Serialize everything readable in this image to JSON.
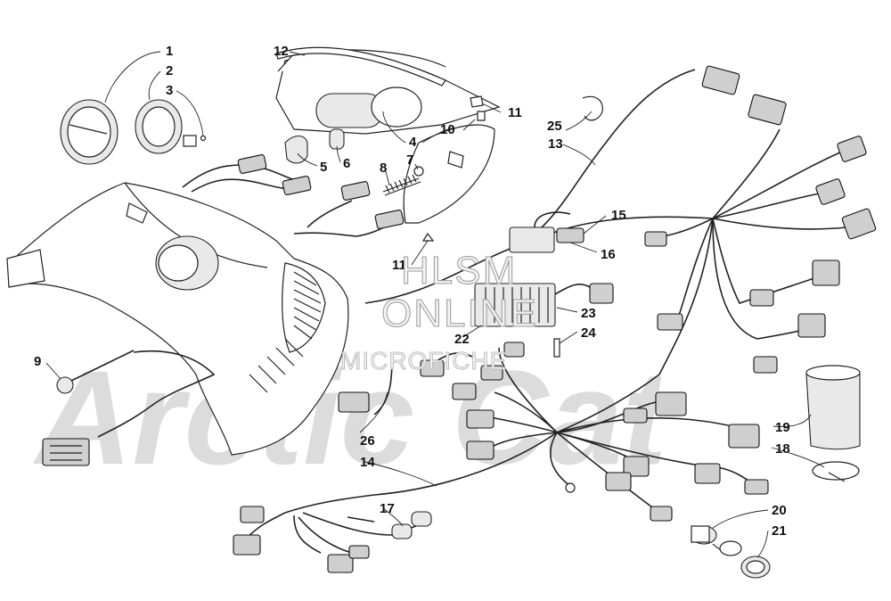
{
  "diagram": {
    "watermark": {
      "brand": "Arctic Cat",
      "line1": "HLSM",
      "line2": "ONLINE",
      "line3": "MICROFICHE"
    },
    "callouts": {
      "c1": "1",
      "c2": "2",
      "c3": "3",
      "c4": "4",
      "c5": "5",
      "c6": "6",
      "c7": "7",
      "c8": "8",
      "c9": "9",
      "c10": "10",
      "c11a": "11",
      "c11b": "11",
      "c12": "12",
      "c13": "13",
      "c14": "14",
      "c15": "15",
      "c16": "16",
      "c17": "17",
      "c18": "18",
      "c19": "19",
      "c20": "20",
      "c21": "21",
      "c22": "22",
      "c23": "23",
      "c24": "24",
      "c25": "25",
      "c26": "26"
    }
  }
}
